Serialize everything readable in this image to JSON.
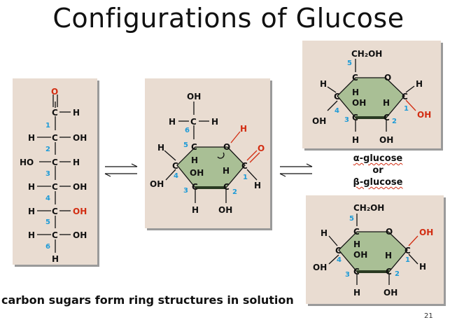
{
  "title": "Configurations of Glucose",
  "caption": "carbon sugars form ring structures in solution",
  "page_number": "21",
  "labels": {
    "alpha": "α-glucose",
    "or": "or",
    "beta": "β-glucose"
  },
  "atoms": {
    "C": "C",
    "H": "H",
    "O": "O",
    "OH": "OH",
    "HO": "HO",
    "CH2OH": "CH₂OH"
  },
  "numbers": [
    "1",
    "2",
    "3",
    "4",
    "5",
    "6"
  ],
  "colors": {
    "highlight": "#d22d12",
    "numbers": "#1e9bd7",
    "ring_fill": "#a9bf95",
    "panel": "#e9dcd1"
  }
}
